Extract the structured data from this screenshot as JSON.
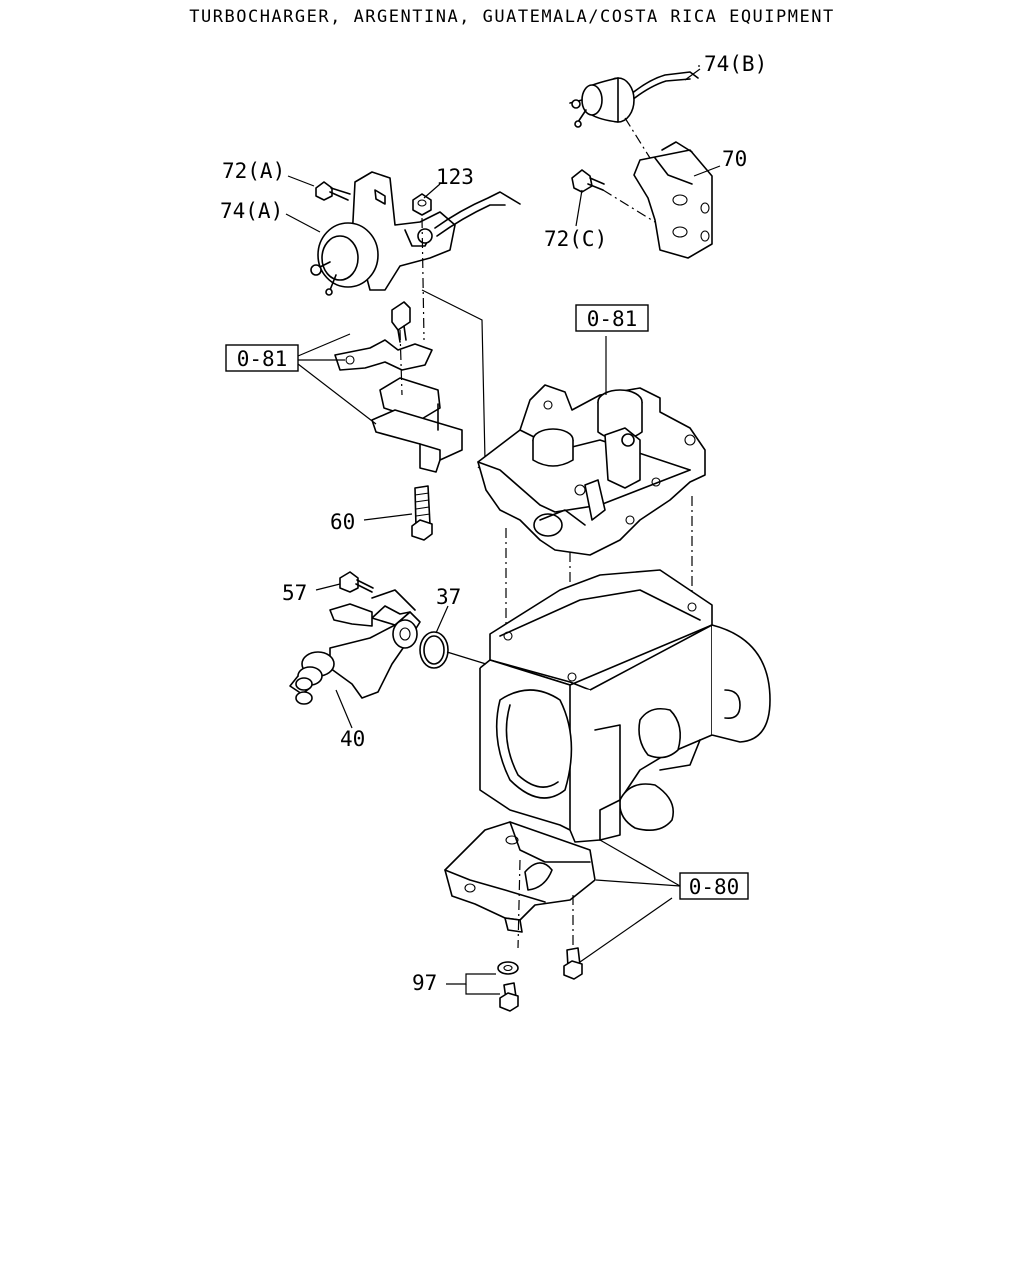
{
  "title": "TURBOCHARGER, ARGENTINA, GUATEMALA/COSTA RICA EQUIPMENT",
  "callouts": {
    "c74b": "74(B)",
    "c70": "70",
    "c72c": "72(C)",
    "c72a": "72(A)",
    "c74a": "74(A)",
    "c123": "123",
    "ref081_upper": "0-81",
    "ref081_left": "0-81",
    "c60": "60",
    "c57": "57",
    "c37": "37",
    "c40": "40",
    "ref080": "0-80",
    "c97": "97"
  }
}
